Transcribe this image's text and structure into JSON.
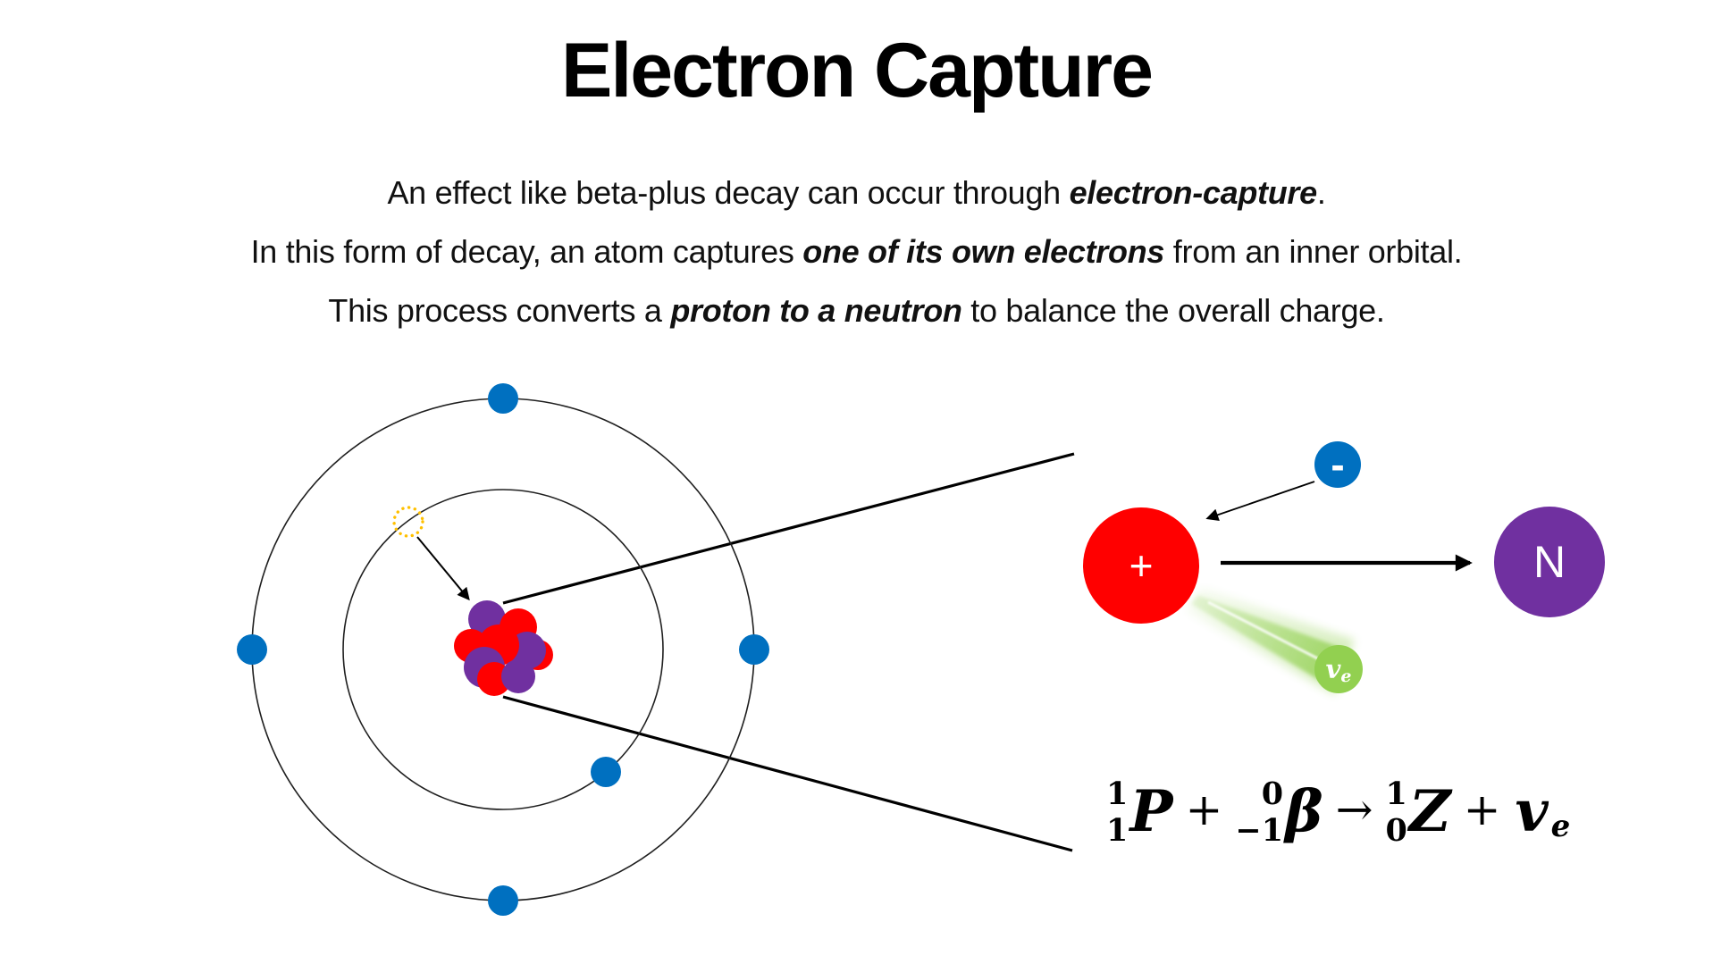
{
  "slide": {
    "title": "Electron Capture",
    "lines": [
      {
        "pre": "An effect like beta-plus decay can occur through ",
        "emphasis": "electron-capture",
        "post": "."
      },
      {
        "pre": "In this form of decay, an atom captures ",
        "emphasis": "one of its own electrons",
        "post": " from an inner orbital."
      },
      {
        "pre": "This process converts a ",
        "emphasis": "proton to a neutron",
        "post": " to balance the overall charge."
      }
    ]
  },
  "particles": {
    "proton_label": "+",
    "electron_label": "-",
    "neutron_label": "N",
    "neutrino_symbol": "v",
    "neutrino_subscript": "e"
  },
  "equation": {
    "p": {
      "sup": "1",
      "sub": "1",
      "symbol": "P"
    },
    "plus_1": "+",
    "beta": {
      "sup": "0",
      "sub": "−1",
      "symbol": "β"
    },
    "arrow": "→",
    "z": {
      "sup": "1",
      "sub": "0",
      "symbol": "Z"
    },
    "plus_2": "+",
    "neutrino": {
      "symbol": "v",
      "sub": "e"
    }
  },
  "colors": {
    "electron_blue": "#0070C0",
    "proton_red": "#FF0000",
    "neutron_purple": "#7030A0",
    "neutrino_green": "#92D050",
    "vacancy_gold": "#FFC000"
  }
}
